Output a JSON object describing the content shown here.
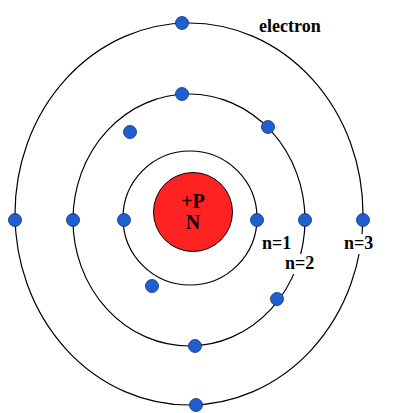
{
  "diagram": {
    "nodes": [
      {
        "text": [
          "+P",
          "N"
        ]
      }
    ],
    "labels": [
      "electron",
      "n=1",
      "n=2",
      "n=3"
    ]
  }
}
